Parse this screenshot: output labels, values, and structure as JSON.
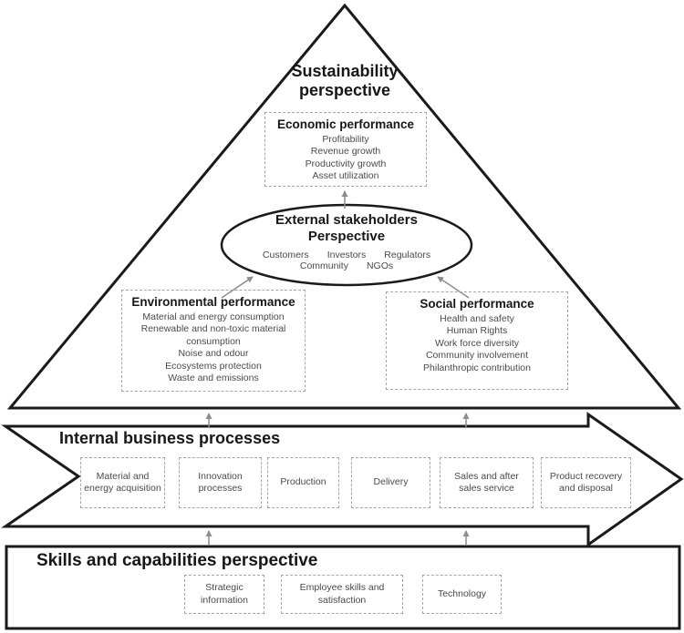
{
  "pyramid": {
    "title": "Sustainability perspective",
    "economic": {
      "title": "Economic performance",
      "items": [
        "Profitability",
        "Revenue growth",
        "Productivity growth",
        "Asset utilization"
      ]
    },
    "stakeholders": {
      "title_line1": "External stakeholders",
      "title_line2": "Perspective",
      "row1": [
        "Customers",
        "Investors",
        "Regulators"
      ],
      "row2": [
        "Community",
        "NGOs"
      ]
    },
    "environmental": {
      "title": "Environmental performance",
      "items": [
        "Material and energy consumption",
        "Renewable and non-toxic material consumption",
        "Noise and odour",
        "Ecosystems protection",
        "Waste and emissions"
      ]
    },
    "social": {
      "title": "Social performance",
      "items": [
        "Health and safety",
        "Human Rights",
        "Work force diversity",
        "Community involvement",
        "Philanthropic contribution"
      ]
    }
  },
  "processes": {
    "title": "Internal business processes",
    "steps": [
      "Material and energy acquisition",
      "Innovation processes",
      "Production",
      "Delivery",
      "Sales and after sales service",
      "Product recovery and disposal"
    ]
  },
  "skills": {
    "title": "Skills and capabilities perspective",
    "items": [
      "Strategic information",
      "Employee skills and satisfaction",
      "Technology"
    ]
  },
  "colors": {
    "outline": "#1a1a1a",
    "connector": "#8c8c8c",
    "muted_text": "#4a4a4a",
    "dashed_border": "#a6a6a6"
  }
}
